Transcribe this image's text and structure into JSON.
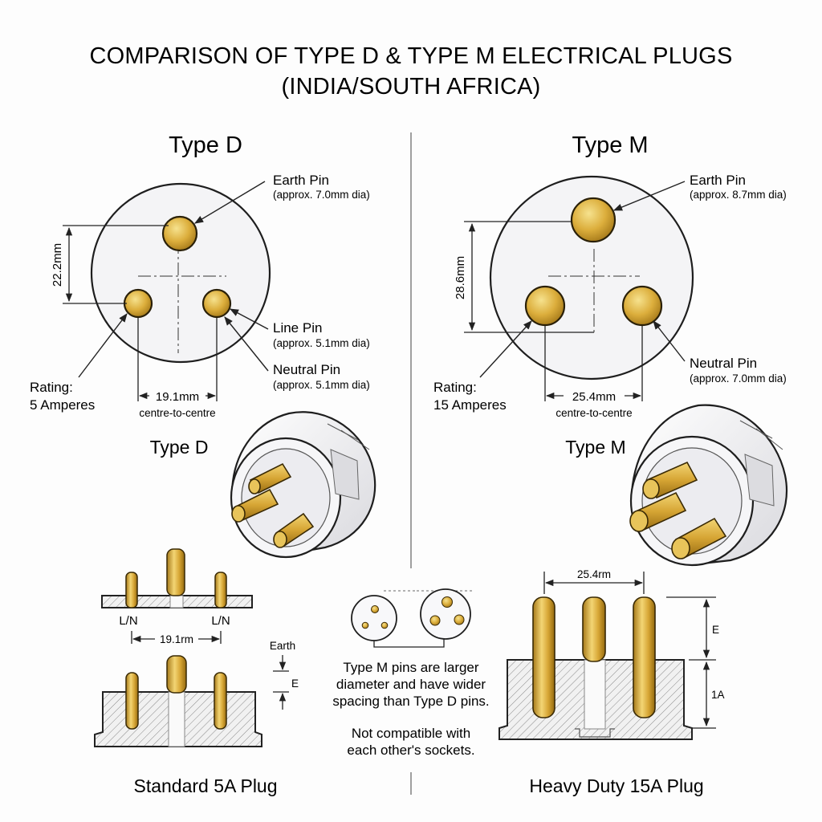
{
  "title": {
    "line1": "COMPARISON OF TYPE D & TYPE M ELECTRICAL PLUGS",
    "line2": "(INDIA/SOUTH AFRICA)"
  },
  "type_d": {
    "heading": "Type D",
    "earth_pin": {
      "label": "Earth Pin",
      "detail": "(approx. 7.0mm dia)"
    },
    "line_pin": {
      "label": "Line Pin",
      "detail": "(approx. 5.1mm dia)"
    },
    "neutral_pin": {
      "label": "Neutral Pin",
      "detail": "(approx. 5.1mm dia)"
    },
    "vertical_dim": "22.2mm",
    "pin_spacing": "19.1mm",
    "spacing_note": "centre-to-centre",
    "rating_label": "Rating:",
    "rating_value": "5 Amperes",
    "iso_label": "Type D"
  },
  "type_m": {
    "heading": "Type M",
    "earth_pin": {
      "label": "Earth Pin",
      "detail": "(approx. 8.7mm dia)"
    },
    "neutral_pin": {
      "label": "Neutral Pin",
      "detail": "(approx. 7.0mm dia)"
    },
    "vertical_dim": "28.6mm",
    "pin_spacing": "25.4mm",
    "spacing_note": "centre-to-centre",
    "rating_label": "Rating:",
    "rating_value": "15 Amperes",
    "iso_label": "Type M"
  },
  "standard_plug": {
    "ln_left": "L/N",
    "ln_right": "L/N",
    "spacing": "19.1rm",
    "earth_label": "Earth",
    "e_label": "E",
    "caption": "Standard 5A Plug"
  },
  "comparison": {
    "note1": [
      "Type M pins are larger",
      "diameter and have wider",
      "spacing than Type D pins."
    ],
    "note2": [
      "Not compatible with",
      "each other's sockets."
    ]
  },
  "heavy_plug": {
    "spacing": "25.4rm",
    "e_label": "E",
    "a_label": "1A",
    "caption": "Heavy Duty 15A Plug"
  },
  "colors": {
    "brass": "#d8ac38",
    "brass_dark": "#8a6410",
    "plastic": "#f2f2f4",
    "outline": "#1e1e1e"
  }
}
